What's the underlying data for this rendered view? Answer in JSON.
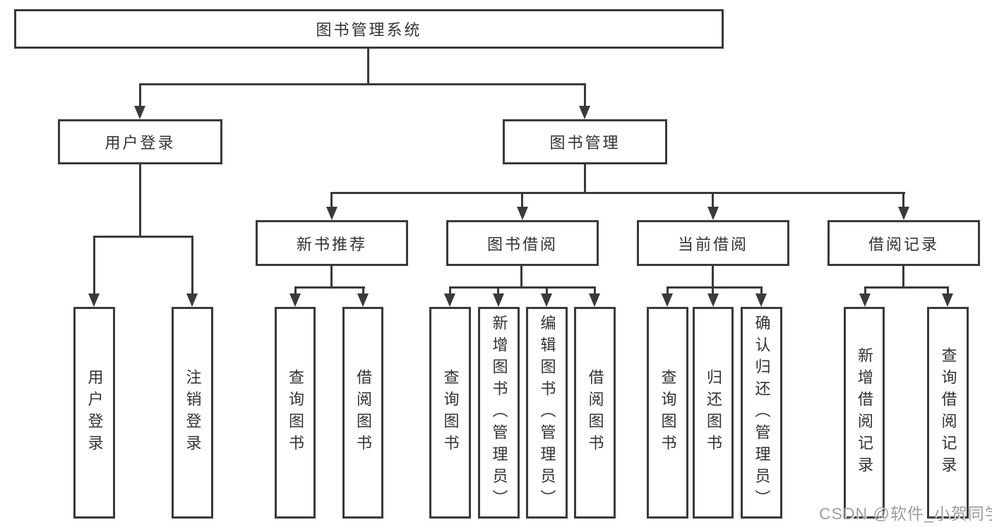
{
  "diagram": {
    "root": {
      "label": "图书管理系统"
    },
    "branches": [
      {
        "label": "用户登录",
        "children": [
          {
            "label": "用户登录"
          },
          {
            "label": "注销登录"
          }
        ]
      },
      {
        "label": "图书管理",
        "children": [
          {
            "label": "新书推荐",
            "children": [
              {
                "label": "查询图书"
              },
              {
                "label": "借阅图书"
              }
            ]
          },
          {
            "label": "图书借阅",
            "children": [
              {
                "label": "查询图书"
              },
              {
                "label": "新增图书（管理员）"
              },
              {
                "label": "编辑图书（管理员）"
              },
              {
                "label": "借阅图书"
              }
            ]
          },
          {
            "label": "当前借阅",
            "children": [
              {
                "label": "查询图书"
              },
              {
                "label": "归还图书"
              },
              {
                "label": "确认归还（管理员）"
              }
            ]
          },
          {
            "label": "借阅记录",
            "children": [
              {
                "label": "新增借阅记录"
              },
              {
                "label": "查询借阅记录"
              }
            ]
          }
        ]
      }
    ]
  },
  "watermark": "CSDN @软件_小贺同学",
  "colors": {
    "line": "#3a3a3a",
    "text": "#333333",
    "watermark": "#9e9e9e",
    "background": "#ffffff"
  }
}
